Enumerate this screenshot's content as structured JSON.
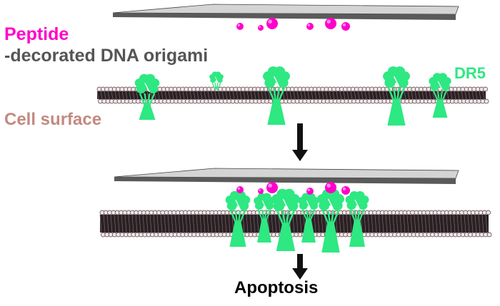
{
  "labels": {
    "peptide": "Peptide",
    "origami": "-decorated DNA origami",
    "cell_surface": "Cell surface",
    "receptor": "DR5",
    "outcome": "Apoptosis"
  },
  "colors": {
    "peptide": "#ff00cc",
    "origami_text": "#555555",
    "cell_surface": "#c28a80",
    "receptor": "#2ee882",
    "plate_top": "#d4d4d4",
    "plate_edge": "#5a5a5a",
    "membrane_head": "#f3e6e6",
    "arrow": "#111111"
  },
  "icons": {
    "arrow": "down-arrow-icon",
    "receptor": "dr5-receptor-icon",
    "origami": "dna-origami-plate-icon",
    "peptide": "peptide-dot-icon"
  }
}
